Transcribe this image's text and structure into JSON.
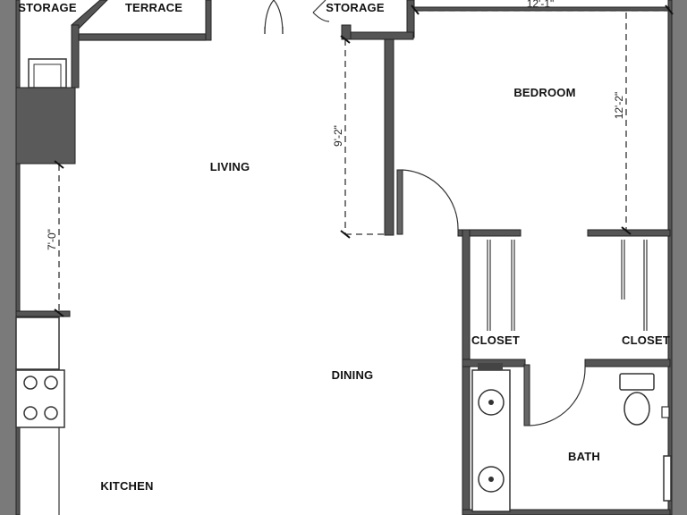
{
  "rooms": {
    "storage_left": "STORAGE",
    "terrace": "TERRACE",
    "storage_right": "STORAGE",
    "bedroom": "BEDROOM",
    "living": "LIVING",
    "closet_left": "CLOSET",
    "closet_right": "CLOSET",
    "dining": "DINING",
    "bath": "BATH",
    "kitchen": "KITCHEN"
  },
  "dimensions": {
    "bedroom_width": "12'-1\"",
    "bedroom_depth": "12'-2\"",
    "living_wall": "9'-2\"",
    "kitchen_wall": "7'-0\""
  },
  "colors": {
    "wall": "#555555",
    "line": "#333333",
    "outside": "#7a7a7a"
  }
}
